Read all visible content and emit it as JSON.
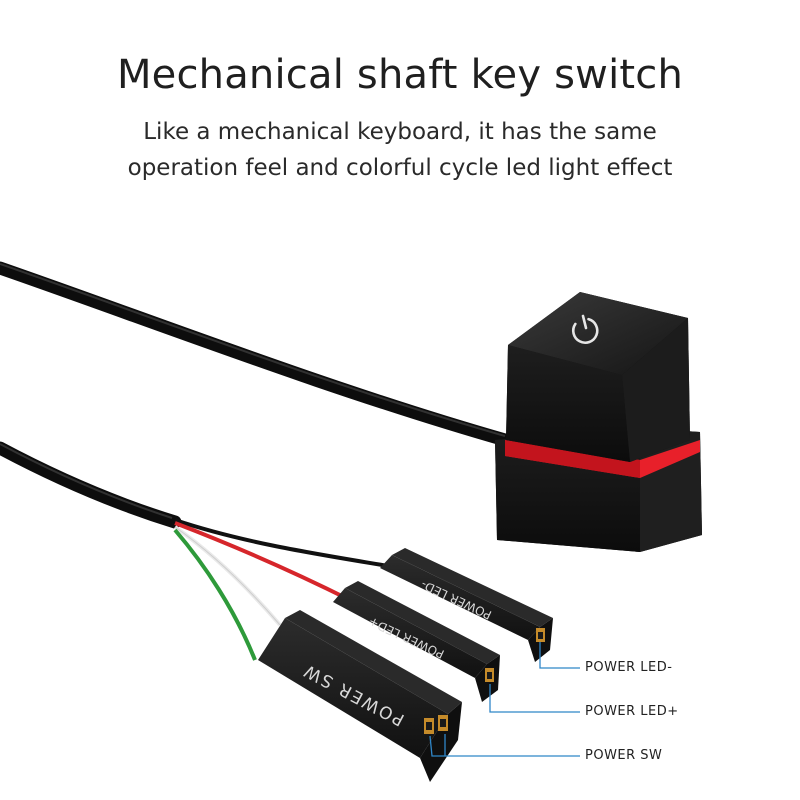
{
  "heading": {
    "title": "Mechanical shaft key switch",
    "subtitle_line1": "Like a mechanical keyboard, it has the same",
    "subtitle_line2": "operation feel and colorful cycle led light effect"
  },
  "connectors": {
    "led_minus_label": "POWER LED-",
    "led_plus_label": "POWER LED+",
    "sw_label": "POWER SW"
  },
  "callouts": {
    "led_minus": "POWER LED-",
    "led_plus": "POWER LED+",
    "sw": "POWER SW"
  },
  "icons": {
    "key_cap": "power-icon"
  },
  "colors": {
    "led_ring": "#e8202a",
    "callout_line": "#2f86c8"
  }
}
